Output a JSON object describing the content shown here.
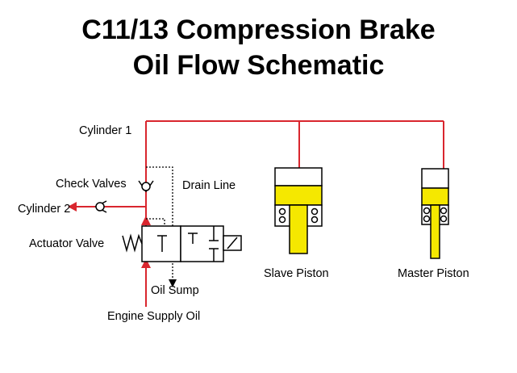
{
  "title": {
    "line1": "C11/13 Compression Brake",
    "line2": "Oil Flow Schematic"
  },
  "labels": {
    "cylinder1": "Cylinder 1",
    "check_valves": "Check Valves",
    "drain_line": "Drain Line",
    "cylinder2": "Cylinder 2",
    "actuator_valve": "Actuator Valve",
    "oil_sump": "Oil Sump",
    "engine_supply_oil": "Engine Supply Oil",
    "slave_piston": "Slave Piston",
    "master_piston": "Master Piston"
  },
  "colors": {
    "oil_line": "#d9262e",
    "piston_fill": "#f5e800",
    "outline": "#000000",
    "background": "#ffffff"
  }
}
